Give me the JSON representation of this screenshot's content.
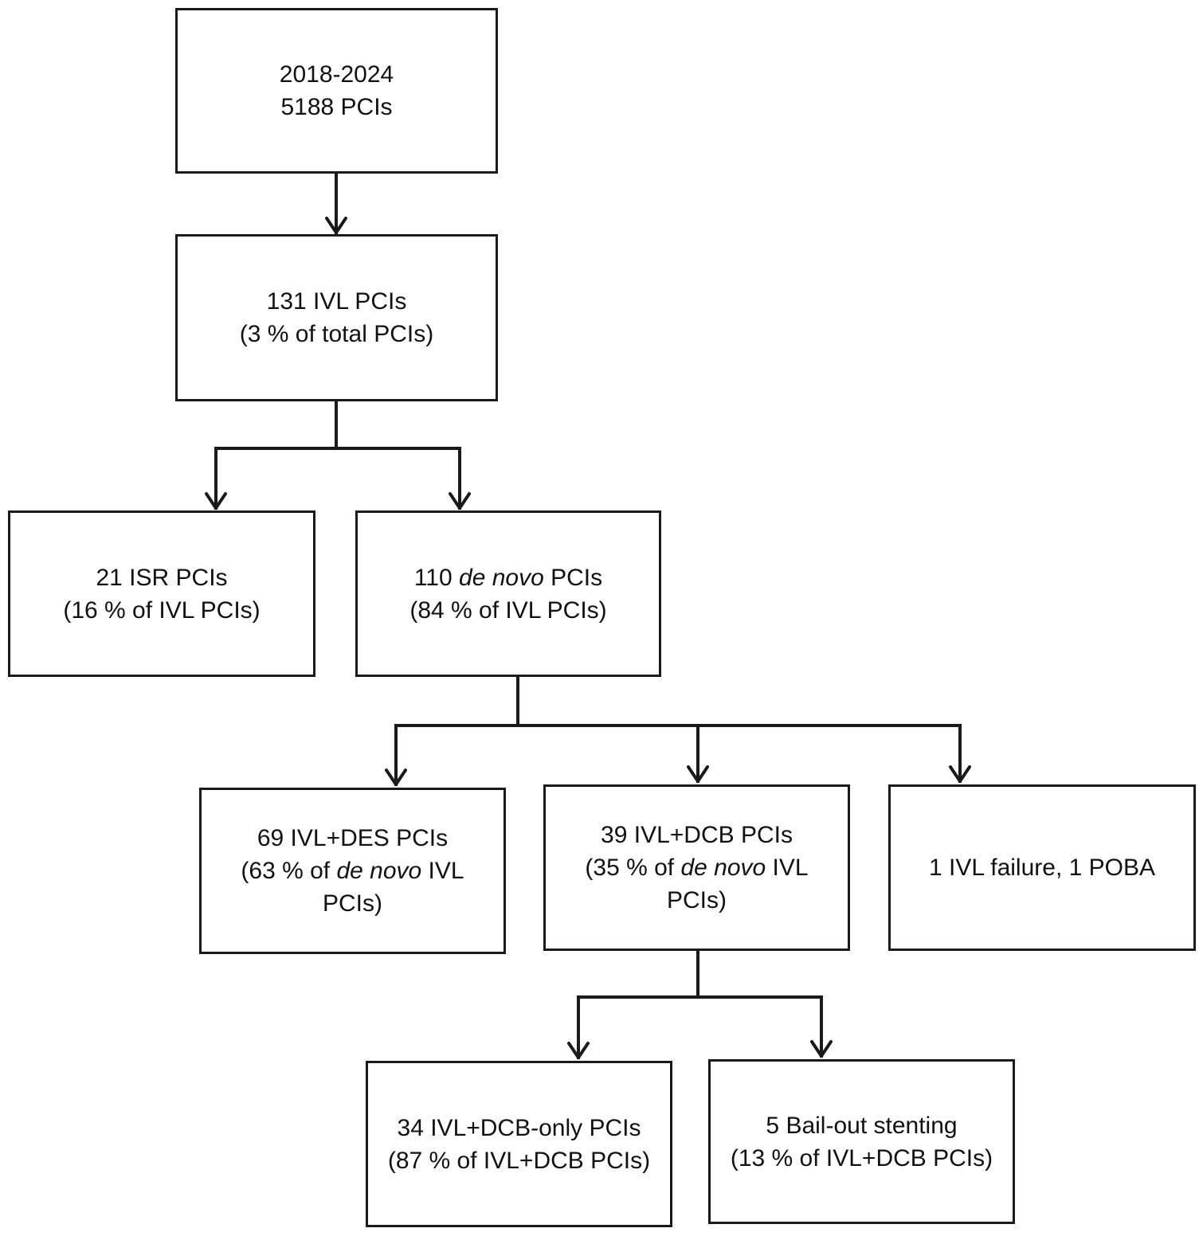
{
  "nodes": {
    "total": {
      "line1": "2018-2024",
      "line2": "5188 PCIs"
    },
    "ivl": {
      "line1": "131 IVL PCIs",
      "line2": "(3 % of total PCIs)"
    },
    "isr": {
      "line1": "21 ISR PCIs",
      "line2": "(16 % of IVL PCIs)"
    },
    "denovo": {
      "line1_pre": "110 ",
      "line1_em": "de novo",
      "line1_post": " PCIs",
      "line2": "(84 % of IVL PCIs)"
    },
    "des": {
      "line1": "69 IVL+DES PCIs",
      "line2_pre": "(63 % of ",
      "line2_em": "de novo",
      "line2_post": " IVL",
      "line3": "PCIs)"
    },
    "dcb": {
      "line1": "39 IVL+DCB PCIs",
      "line2_pre": "(35 % of ",
      "line2_em": "de novo",
      "line2_post": " IVL",
      "line3": "PCIs)"
    },
    "failure": {
      "line1": "1 IVL failure, 1 POBA"
    },
    "dcb_only": {
      "line1": "34 IVL+DCB-only PCIs",
      "line2": "(87 % of IVL+DCB PCIs)"
    },
    "bailout": {
      "line1": "5 Bail-out stenting",
      "line2": "(13 % of IVL+DCB PCIs)"
    }
  },
  "edges": [
    {
      "from": "total",
      "to": "ivl"
    },
    {
      "from": "ivl",
      "to": "isr"
    },
    {
      "from": "ivl",
      "to": "denovo"
    },
    {
      "from": "denovo",
      "to": "des"
    },
    {
      "from": "denovo",
      "to": "dcb"
    },
    {
      "from": "denovo",
      "to": "failure"
    },
    {
      "from": "dcb",
      "to": "dcb_only"
    },
    {
      "from": "dcb",
      "to": "bailout"
    }
  ]
}
